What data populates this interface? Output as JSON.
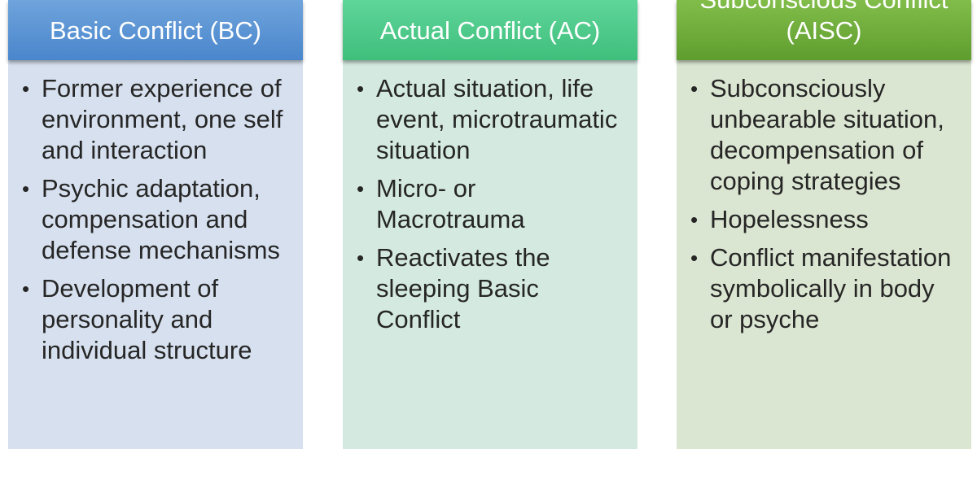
{
  "columns": [
    {
      "key": "bc",
      "title": "Basic Conflict (BC)",
      "items": [
        "Former experience of environment, one self and interaction",
        "Psychic adaptation, compensation and defense mechanisms",
        "Development of personality and individual structure"
      ]
    },
    {
      "key": "ac",
      "title": "Actual Conflict (AC)",
      "items": [
        "Actual situation, life event, microtraumatic situation",
        "Micro- or Macrotrauma",
        "Reactivates the sleeping Basic Conflict"
      ]
    },
    {
      "key": "aisc",
      "title": "Subconscious Conflict (AISC)",
      "items": [
        "Subconsciously unbearable situation, decompensation of coping strategies",
        "Hopelessness",
        "Conflict manifestation symbolically in body or psyche"
      ]
    }
  ],
  "colors": {
    "bc_header": "#4a86cc",
    "bc_body": "#d6e0ee",
    "ac_header": "#3fbf7c",
    "ac_body": "#d4eae0",
    "aisc_header": "#5e9d2e",
    "aisc_body": "#dbe6d2"
  }
}
